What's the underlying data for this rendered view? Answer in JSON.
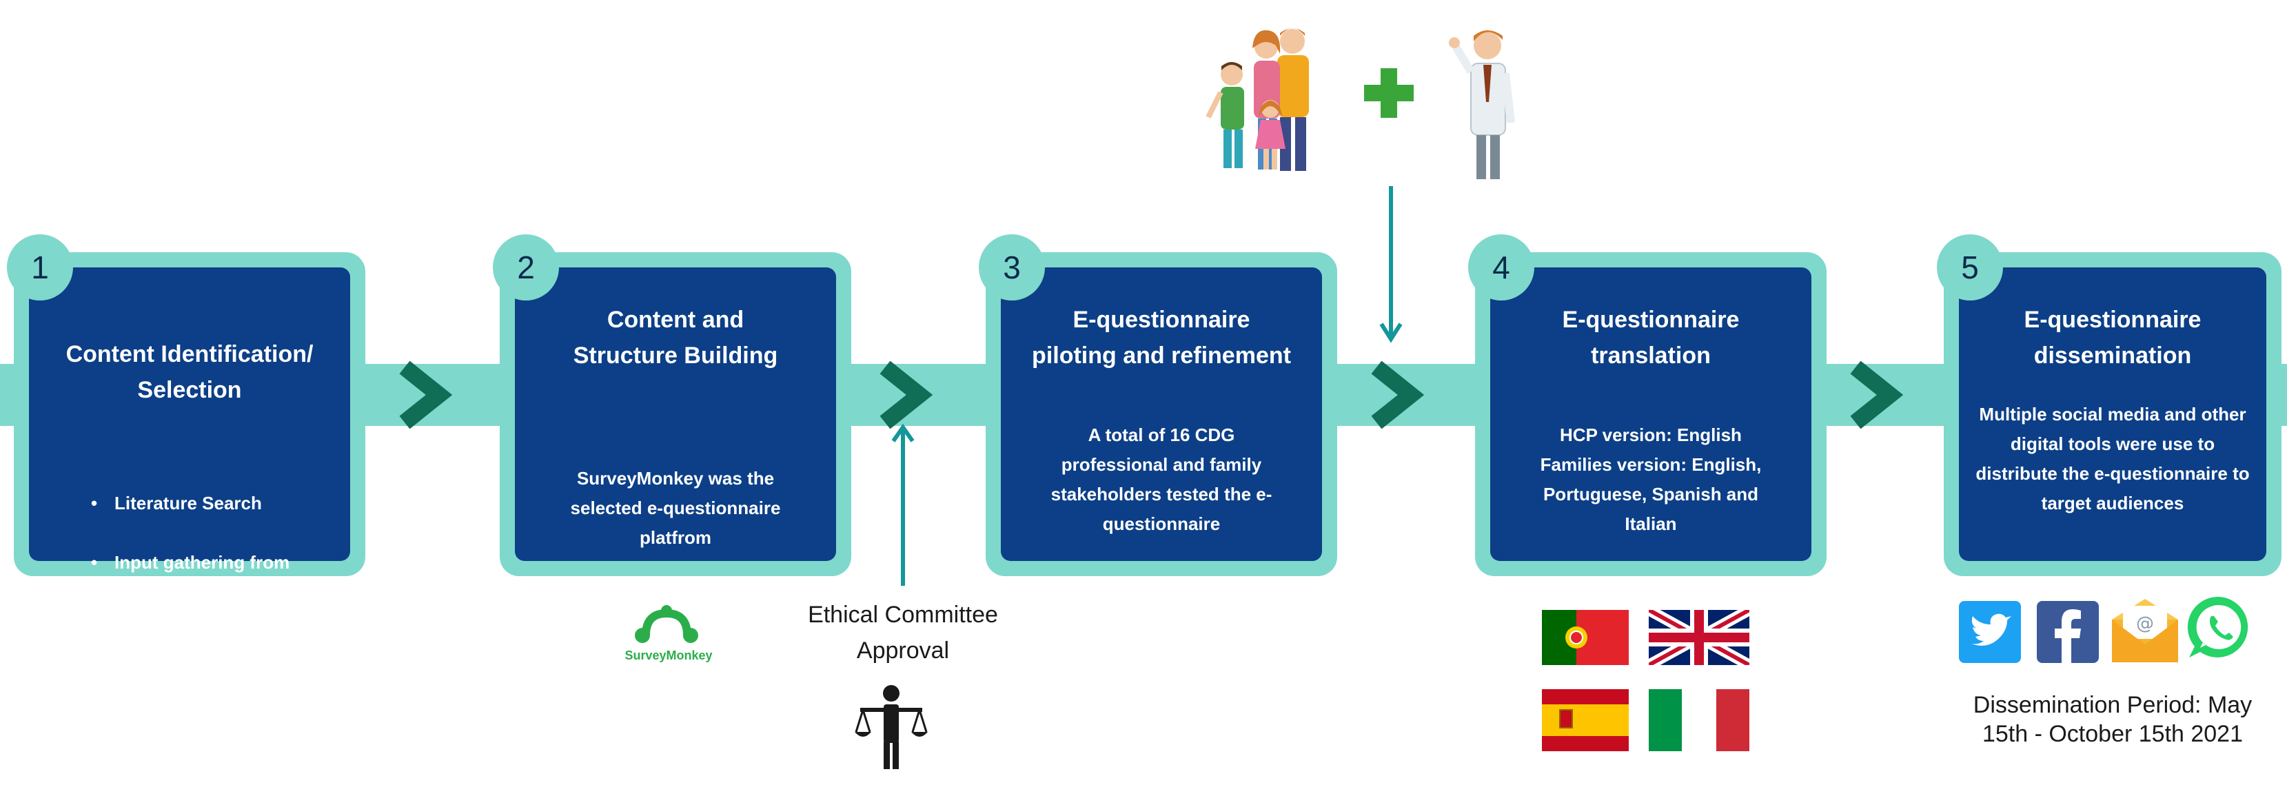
{
  "colors": {
    "box_fill": "#0c3f87",
    "frame_teal": "#7fd8cc",
    "chevron_green": "#0f6e55",
    "arrow_teal": "#14969a",
    "plus_green": "#3aa63a",
    "surveymonkey_green": "#2bae4a"
  },
  "steps": [
    {
      "number": "1",
      "title": "Content Identification/ Selection",
      "bullets": [
        "Literature Search",
        "Input gathering from the CDG community"
      ]
    },
    {
      "number": "2",
      "title": "Content and Structure Building",
      "description": "SurveyMonkey was the selected e-questionnaire platfrom"
    },
    {
      "number": "3",
      "title": "E-questionnaire piloting and refinement",
      "description": "A total of 16 CDG professional and family stakeholders tested the e-questionnaire"
    },
    {
      "number": "4",
      "title": "E-questionnaire translation",
      "description": "HCP version: English Families version: English, Portuguese, Spanish and Italian"
    },
    {
      "number": "5",
      "title": "E-questionnaire dissemination",
      "description": "Multiple social media and other digital tools were use to distribute the e-questionnaire to target audiences"
    }
  ],
  "surveymonkey_logo_text": "SurveyMonkey",
  "ethical_label": "Ethical Committee Approval",
  "dissemination_period": "Dissemination Period: May 15th - October 15th 2021",
  "icons": [
    "family-icon",
    "plus-icon",
    "doctor-icon",
    "surveymonkey-logo-icon",
    "scales-of-justice-icon",
    "portugal-flag-icon",
    "uk-flag-icon",
    "spain-flag-icon",
    "italy-flag-icon",
    "twitter-icon",
    "facebook-icon",
    "email-icon",
    "whatsapp-icon"
  ]
}
